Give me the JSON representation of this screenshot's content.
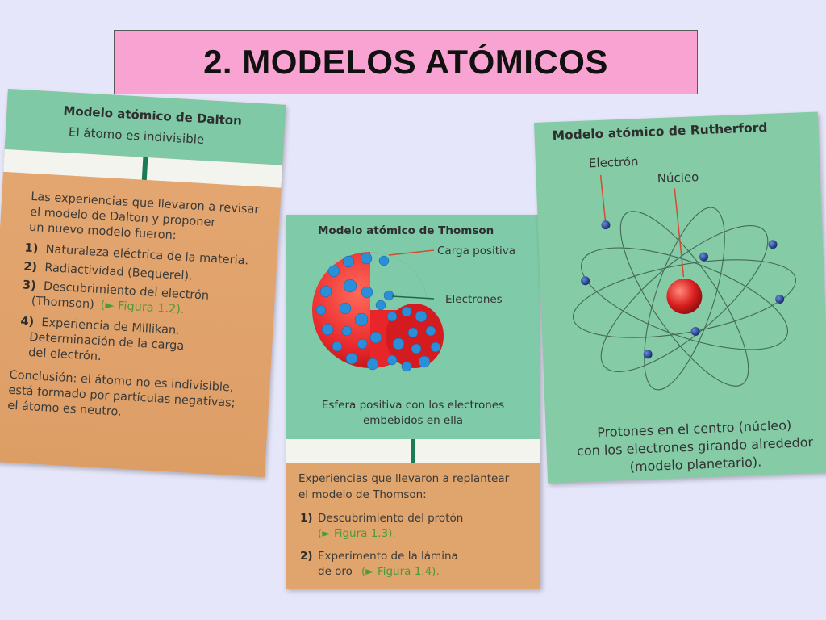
{
  "slide": {
    "title": "2. MODELOS ATÓMICOS",
    "background_color": "#e6e6fa",
    "banner_color": "#f9a3d2"
  },
  "dalton": {
    "header": "Modelo atómico de Dalton",
    "subheader": "El átomo es indivisible",
    "intro": [
      "Las experiencias que llevaron a revisar",
      "el modelo de Dalton y proponer",
      "un nuevo modelo fueron:"
    ],
    "items": [
      {
        "num": "1)",
        "lines": [
          "Naturaleza eléctrica de la materia."
        ],
        "figure": ""
      },
      {
        "num": "2)",
        "lines": [
          "Radiactividad (Bequerel)."
        ],
        "figure": ""
      },
      {
        "num": "3)",
        "lines": [
          "Descubrimiento del electrón",
          "(Thomson)"
        ],
        "figure": "(► Figura 1.2)."
      },
      {
        "num": "4)",
        "lines": [
          "Experiencia de Millikan.",
          "Determinación de la carga",
          "del electrón."
        ],
        "figure": ""
      }
    ],
    "conclusion": [
      "Conclusión: el átomo no es indivisible,",
      "está formado por partículas negativas;",
      "el átomo es neutro."
    ]
  },
  "thomson": {
    "header": "Modelo atómico de Thomson",
    "label_positive": "Carga positiva",
    "label_electrons": "Electrones",
    "caption": [
      "Esfera positiva con los electrones",
      "embebidos en ella"
    ],
    "intro": [
      "Experiencias que llevaron a replantear",
      "el modelo de Thomson:"
    ],
    "items": [
      {
        "num": "1)",
        "lines": [
          "Descubrimiento del protón"
        ],
        "figure": "(► Figura 1.3)."
      },
      {
        "num": "2)",
        "lines": [
          "Experimento de la lámina",
          "de oro"
        ],
        "figure": "(► Figura 1.4)."
      }
    ]
  },
  "rutherford": {
    "header": "Modelo atómico de Rutherford",
    "label_electron": "Electrón",
    "label_nucleus": "Núcleo",
    "caption": [
      "Protones en el centro (núcleo)",
      "con los electrones girando alrededor",
      "(modelo planetario)."
    ]
  },
  "colors": {
    "green_header": "#7fc9a6",
    "peach": "#e0a46d",
    "figure_ref": "#4c9a3a",
    "nucleus": "#d81e1e",
    "electron": "#1a3a8a",
    "thomson_sphere": "#e8262a",
    "thomson_electron": "#2a8fd8"
  },
  "icons": [
    "thomson-atom-illustration",
    "rutherford-atom-diagram"
  ]
}
